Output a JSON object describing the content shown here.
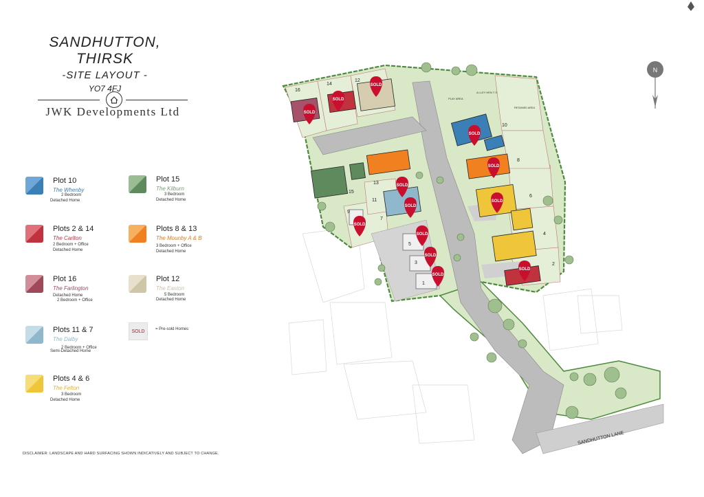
{
  "title": {
    "main": "SANDHUTTON, THIRSK",
    "sub": "-SITE LAYOUT -",
    "postcode": "YO7 4FJ"
  },
  "brand": {
    "name": "JWK Developments Ltd"
  },
  "legend": [
    {
      "plot": "Plot 10",
      "model": "The Whenby",
      "desc1": "2 Bedroom",
      "desc2": "Detached Home",
      "color": "#3a7fb5",
      "light": "#6fa8d8",
      "model_color": "#3a7fb5"
    },
    {
      "plot": "Plots 2 & 14",
      "model": "The Carlton",
      "desc1": "2 Bedroom + Office",
      "desc2": "Detached Home",
      "color": "#c0323e",
      "light": "#e0707a",
      "model_color": "#c0323e"
    },
    {
      "plot": "Plot 16",
      "model": "The Farlington",
      "desc1": "Detached Home",
      "desc2": "2 Bedroom + Office",
      "color": "#9e4a5a",
      "light": "#cf8e9a",
      "model_color": "#9e4a5a"
    },
    {
      "plot": "Plots 11 & 7",
      "model": "The Dalby",
      "desc1": "2 Bedroom + Office",
      "desc2": "Semi-Detached Home",
      "color": "#8fb8cc",
      "light": "#c4dce8",
      "model_color": "#8fb8cc"
    },
    {
      "plot": "Plots 4 & 6",
      "model": "The Felton",
      "desc1": "3 Bedroom",
      "desc2": "Detached Home",
      "color": "#efc53a",
      "light": "#f7dc7a",
      "model_color": "#e0b030"
    },
    {
      "plot": "Plot 15",
      "model": "The Kilburn",
      "desc1": "3 Bedroom",
      "desc2": "Detached Home",
      "color": "#5e8a5e",
      "light": "#9bbd95",
      "model_color": "#7a9a7a"
    },
    {
      "plot": "Plots 8 & 13",
      "model": "The Mounby A & B",
      "desc1": "3 Bedroom + Office",
      "desc2": "Detached Home",
      "color": "#f08020",
      "light": "#f7b060",
      "model_color": "#e07a20"
    },
    {
      "plot": "Plot 12",
      "model": "The Easton",
      "desc1": "5 Bedroom",
      "desc2": "Detached Home",
      "color": "#cfc6a8",
      "light": "#e6e0cc",
      "model_color": "#c8bea0"
    }
  ],
  "sold_legend": {
    "badge": "SOLD",
    "label": "= Pre-sold Homes"
  },
  "map": {
    "sold_badge": "SOLD",
    "road_label": "SANDHUTTON LANE",
    "compass": "N",
    "plot_numbers": [
      "1",
      "2",
      "3",
      "4",
      "5",
      "6",
      "7",
      "8",
      "9",
      "10",
      "11",
      "12",
      "13",
      "14",
      "15",
      "16"
    ],
    "area_labels": {
      "play": "PLAY AREA",
      "labels_a": "A LLEY HEN T S",
      "labels_b": "RETAINED AREA"
    }
  },
  "disclaimer": "DISCLAIMER: LANDSCAPE AND HARD SURFACING SHOWN INDICATIVELY AND SUBJECT TO CHANGE."
}
